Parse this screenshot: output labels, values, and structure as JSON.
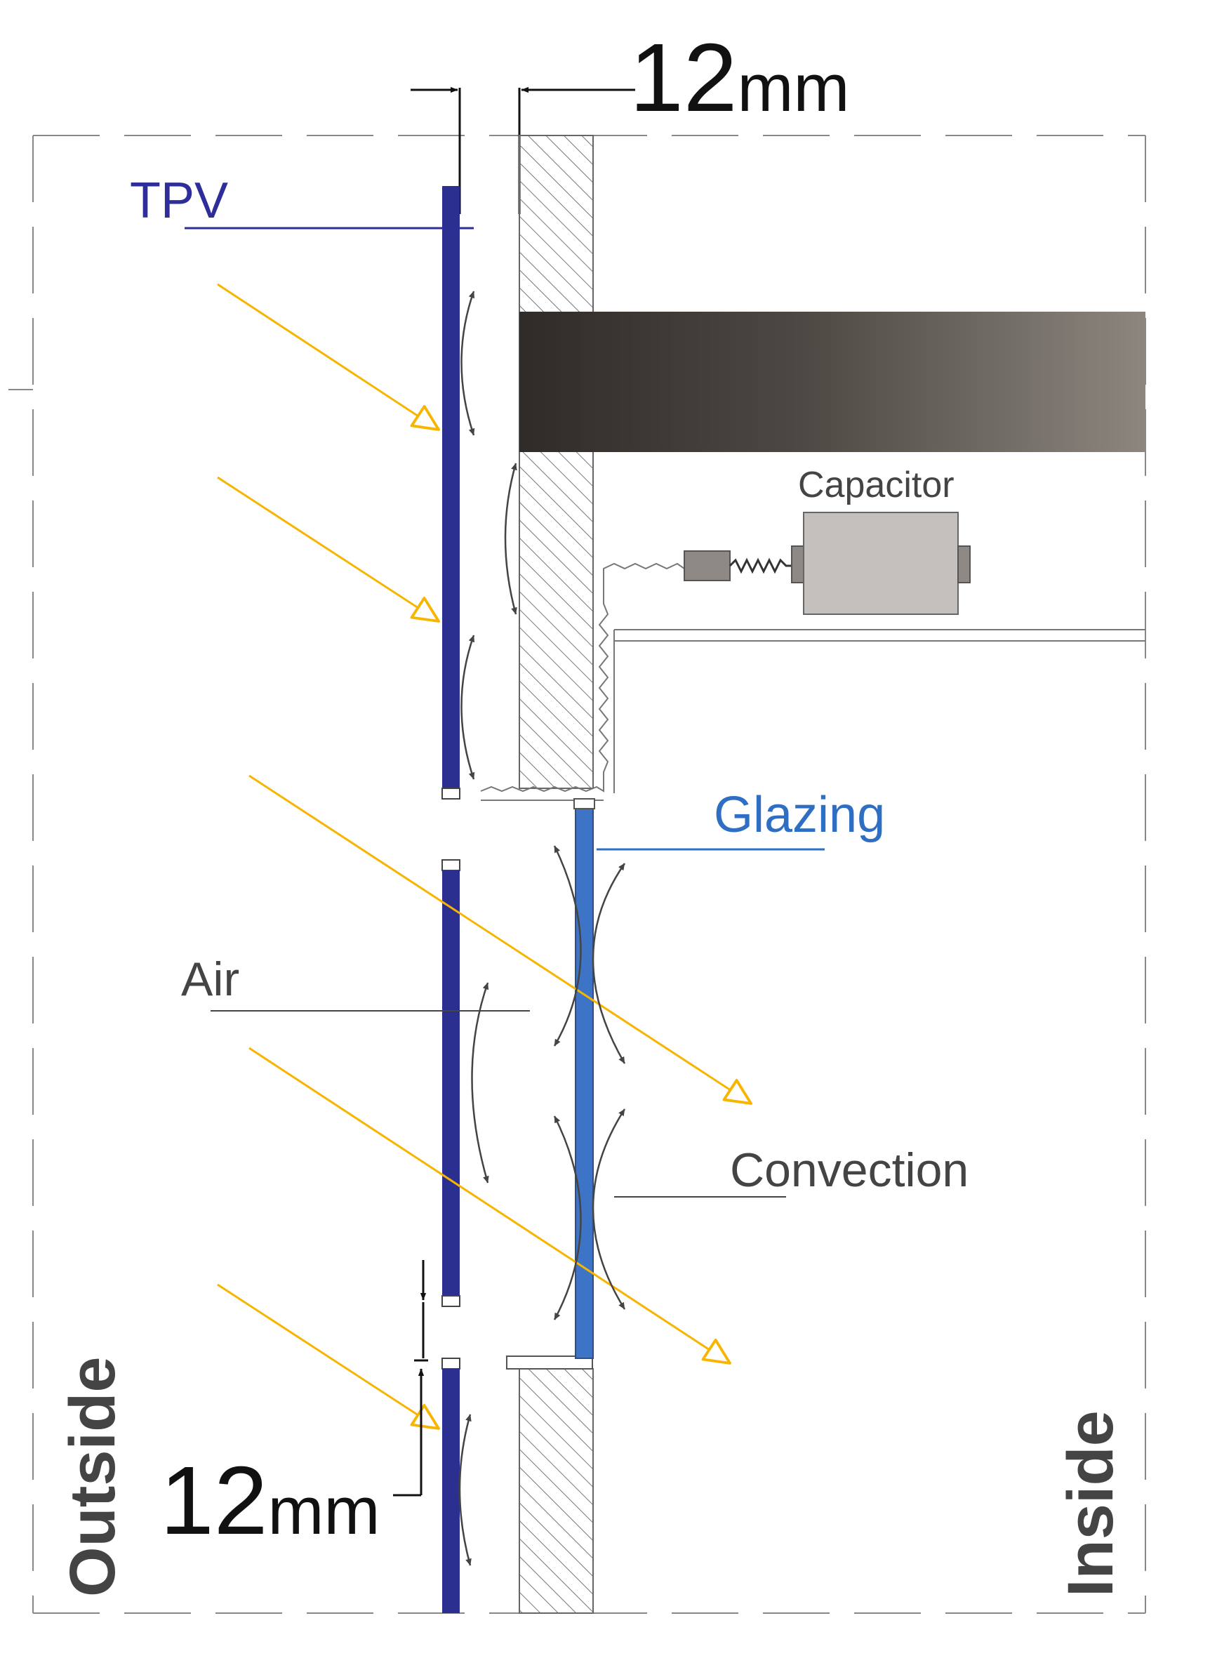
{
  "labels": {
    "top_dimension": {
      "number": "12",
      "unit": "mm"
    },
    "bottom_dimension": {
      "number": "12",
      "unit": "mm"
    },
    "tpv": "TPV",
    "capacitor": "Capacitor",
    "glazing": "Glazing",
    "air": "Air",
    "convection": "Convection",
    "outside": "Outside",
    "inside": "Inside"
  },
  "colors": {
    "tpv_panel": "#2b2f8f",
    "tpv_label": "#2e2e9a",
    "glazing_panel": "#3d74c6",
    "glazing_label": "#2f6fc3",
    "sun_ray": "#f7b500",
    "convection_arrow": "#444444",
    "beam_dark": "#3a3532",
    "beam_light": "#8a847d",
    "capacitor_body": "#c4c0bd",
    "text_dark": "#333333"
  },
  "icons": {
    "sun_ray": "arrow-open-triangle",
    "convection": "curved-double-arrow"
  }
}
